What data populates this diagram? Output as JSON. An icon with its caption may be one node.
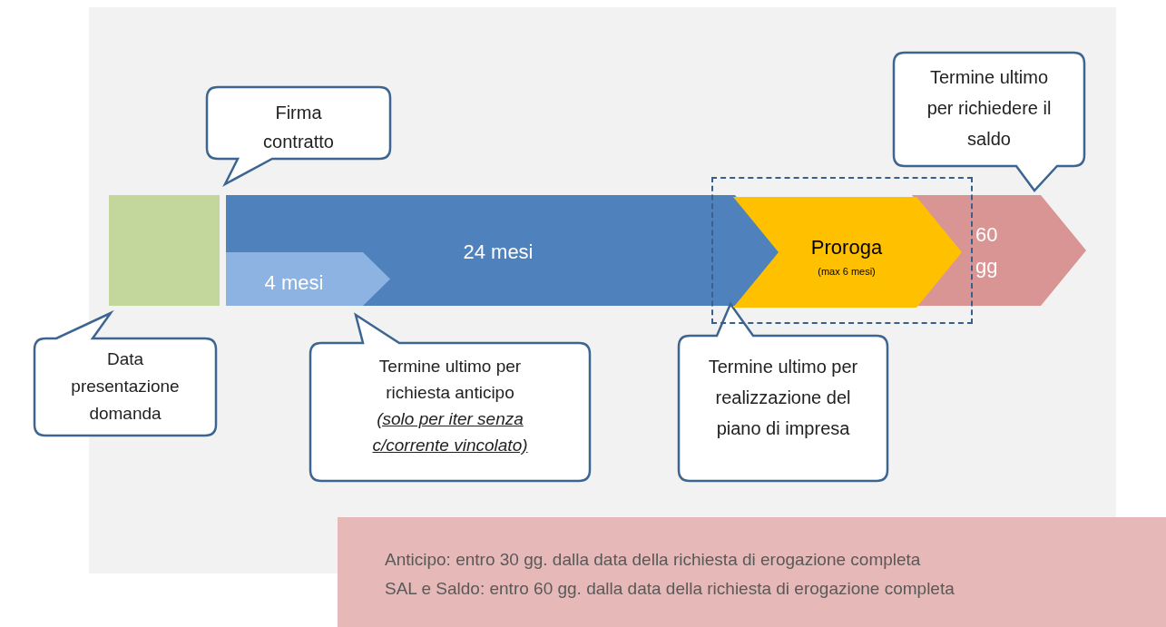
{
  "diagram": {
    "nodes": [
      {
        "text": [],
        "shape": "box"
      },
      {
        "text": [
          "24 mesi"
        ]
      },
      {
        "text": [
          "4 mesi"
        ],
        "in": 1
      },
      {
        "text": [],
        "shape": "box"
      },
      {
        "text": [
          "Proroga",
          "(max 6 mesi)"
        ],
        "in": 3
      },
      {
        "text": [
          "60 gg"
        ]
      },
      {
        "text": [
          "Firma contratto"
        ]
      },
      {
        "text": [
          "Data presentazione domanda"
        ]
      },
      {
        "text": [
          "Termine ultimo per richiesta anticipo",
          "(solo per iter senza c/corrente vincolato)"
        ]
      },
      {
        "text": [
          "Termine ultimo per realizzazione del piano di impresa"
        ]
      },
      {
        "text": [
          "Termine ultimo per richiedere il saldo"
        ]
      },
      {
        "text": [
          "Anticipo: entro 30 gg. dalla data della richiesta di erogazione completa",
          "SAL e Saldo: entro 60 gg. dalla data della richiesta di erogazione completa"
        ]
      }
    ]
  }
}
